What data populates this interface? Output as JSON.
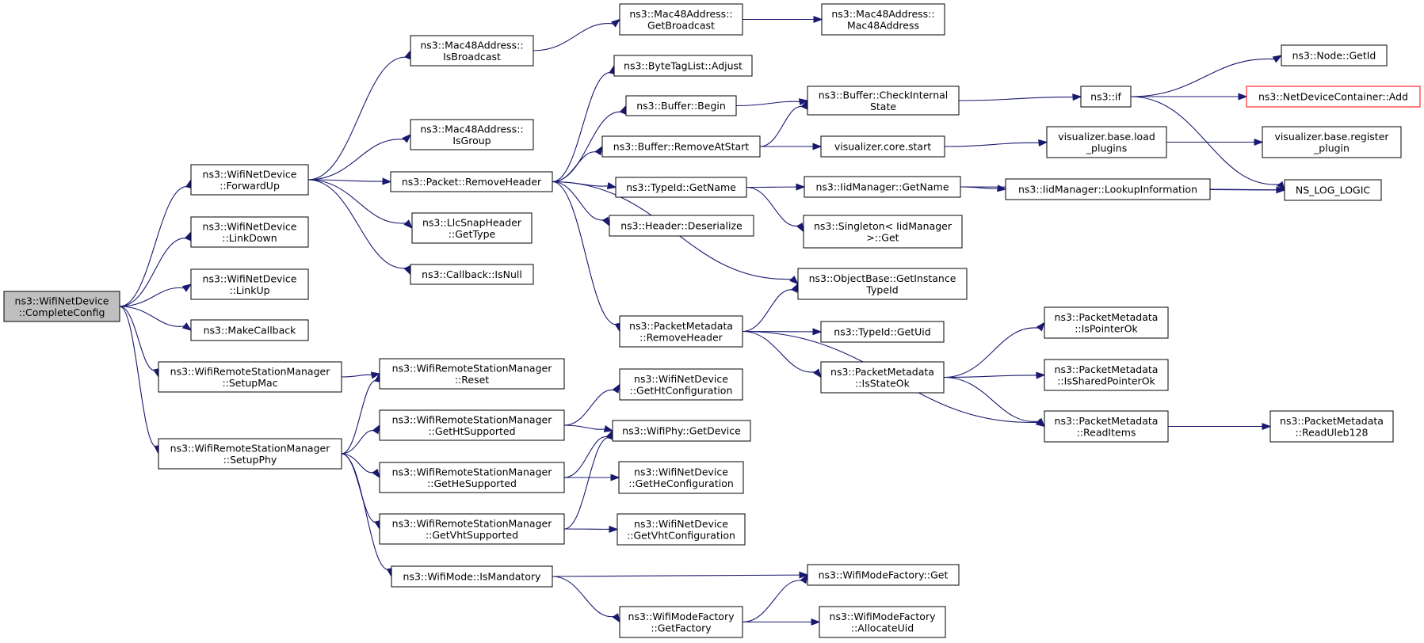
{
  "diagram": {
    "colors": {
      "edge": "#191970",
      "node_border": "#000000",
      "root_fill": "#bfbfbf",
      "highlight_border": "#ff0000"
    },
    "nodes": [
      {
        "id": "root",
        "lines": [
          "ns3::WifiNetDevice",
          "::CompleteConfig"
        ],
        "style": "root"
      },
      {
        "id": "fwdup",
        "lines": [
          "ns3::WifiNetDevice",
          "::ForwardUp"
        ]
      },
      {
        "id": "linkdown",
        "lines": [
          "ns3::WifiNetDevice",
          "::LinkDown"
        ]
      },
      {
        "id": "linkup",
        "lines": [
          "ns3::WifiNetDevice",
          "::LinkUp"
        ]
      },
      {
        "id": "makecb",
        "lines": [
          "ns3::MakeCallback"
        ]
      },
      {
        "id": "setupmac",
        "lines": [
          "ns3::WifiRemoteStationManager",
          "::SetupMac"
        ]
      },
      {
        "id": "setupphy",
        "lines": [
          "ns3::WifiRemoteStationManager",
          "::SetupPhy"
        ]
      },
      {
        "id": "isbcast",
        "lines": [
          "ns3::Mac48Address::",
          "IsBroadcast"
        ]
      },
      {
        "id": "isgroup",
        "lines": [
          "ns3::Mac48Address::",
          "IsGroup"
        ]
      },
      {
        "id": "remhdr",
        "lines": [
          "ns3::Packet::RemoveHeader"
        ]
      },
      {
        "id": "llcgettype",
        "lines": [
          "ns3::LlcSnapHeader",
          "::GetType"
        ]
      },
      {
        "id": "cbisnull",
        "lines": [
          "ns3::Callback::IsNull"
        ]
      },
      {
        "id": "reset",
        "lines": [
          "ns3::WifiRemoteStationManager",
          "::Reset"
        ]
      },
      {
        "id": "htsup",
        "lines": [
          "ns3::WifiRemoteStationManager",
          "::GetHtSupported"
        ]
      },
      {
        "id": "hesup",
        "lines": [
          "ns3::WifiRemoteStationManager",
          "::GetHeSupported"
        ]
      },
      {
        "id": "vhtsup",
        "lines": [
          "ns3::WifiRemoteStationManager",
          "::GetVhtSupported"
        ]
      },
      {
        "id": "ismand",
        "lines": [
          "ns3::WifiMode::IsMandatory"
        ]
      },
      {
        "id": "getbcast",
        "lines": [
          "ns3::Mac48Address::",
          "GetBroadcast"
        ]
      },
      {
        "id": "mac48",
        "lines": [
          "ns3::Mac48Address::",
          "Mac48Address"
        ]
      },
      {
        "id": "btladjust",
        "lines": [
          "ns3::ByteTagList::Adjust"
        ]
      },
      {
        "id": "bufbegin",
        "lines": [
          "ns3::Buffer::Begin"
        ]
      },
      {
        "id": "bufremove",
        "lines": [
          "ns3::Buffer::RemoveAtStart"
        ]
      },
      {
        "id": "tidname",
        "lines": [
          "ns3::TypeId::GetName"
        ]
      },
      {
        "id": "hdrdeser",
        "lines": [
          "ns3::Header::Deserialize"
        ]
      },
      {
        "id": "pmremhdr",
        "lines": [
          "ns3::PacketMetadata",
          "::RemoveHeader"
        ]
      },
      {
        "id": "gethtcfg",
        "lines": [
          "ns3::WifiNetDevice",
          "::GetHtConfiguration"
        ]
      },
      {
        "id": "phydev",
        "lines": [
          "ns3::WifiPhy::GetDevice"
        ]
      },
      {
        "id": "gethecfg",
        "lines": [
          "ns3::WifiNetDevice",
          "::GetHeConfiguration"
        ]
      },
      {
        "id": "getvhtcfg",
        "lines": [
          "ns3::WifiNetDevice",
          "::GetVhtConfiguration"
        ]
      },
      {
        "id": "wmfget",
        "lines": [
          "ns3::WifiModeFactory::Get"
        ]
      },
      {
        "id": "wmffactory",
        "lines": [
          "ns3::WifiModeFactory",
          "::GetFactory"
        ]
      },
      {
        "id": "bufcheck",
        "lines": [
          "ns3::Buffer::CheckInternal",
          "State"
        ]
      },
      {
        "id": "viscore",
        "lines": [
          "visualizer.core.start"
        ]
      },
      {
        "id": "iidname",
        "lines": [
          "ns3::IidManager::GetName"
        ]
      },
      {
        "id": "singleton",
        "lines": [
          "ns3::Singleton< IidManager",
          ">::Get"
        ]
      },
      {
        "id": "getinst",
        "lines": [
          "ns3::ObjectBase::GetInstance",
          "TypeId"
        ]
      },
      {
        "id": "tiduid",
        "lines": [
          "ns3::TypeId::GetUid"
        ]
      },
      {
        "id": "isstateok",
        "lines": [
          "ns3::PacketMetadata",
          "::IsStateOk"
        ]
      },
      {
        "id": "allocuid",
        "lines": [
          "ns3::WifiModeFactory",
          "::AllocateUid"
        ]
      },
      {
        "id": "nsif",
        "lines": [
          "ns3::if"
        ]
      },
      {
        "id": "visload",
        "lines": [
          "visualizer.base.load",
          "_plugins"
        ]
      },
      {
        "id": "iidlookup",
        "lines": [
          "ns3::IidManager::LookupInformation"
        ]
      },
      {
        "id": "isptrok",
        "lines": [
          "ns3::PacketMetadata",
          "::IsPointerOk"
        ]
      },
      {
        "id": "isshptrok",
        "lines": [
          "ns3::PacketMetadata",
          "::IsSharedPointerOk"
        ]
      },
      {
        "id": "readitems",
        "lines": [
          "ns3::PacketMetadata",
          "::ReadItems"
        ]
      },
      {
        "id": "nodegetid",
        "lines": [
          "ns3::Node::GetId"
        ]
      },
      {
        "id": "ndcadd",
        "lines": [
          "ns3::NetDeviceContainer::Add"
        ],
        "style": "red"
      },
      {
        "id": "visreg",
        "lines": [
          "visualizer.base.register",
          "_plugin"
        ]
      },
      {
        "id": "nslog",
        "lines": [
          "NS_LOG_LOGIC"
        ]
      },
      {
        "id": "readuleb",
        "lines": [
          "ns3::PacketMetadata",
          "::ReadUleb128"
        ]
      }
    ],
    "edges": [
      [
        "root",
        "fwdup"
      ],
      [
        "root",
        "linkdown"
      ],
      [
        "root",
        "linkup"
      ],
      [
        "root",
        "makecb"
      ],
      [
        "root",
        "setupmac"
      ],
      [
        "root",
        "setupphy"
      ],
      [
        "fwdup",
        "isbcast"
      ],
      [
        "fwdup",
        "isgroup"
      ],
      [
        "fwdup",
        "remhdr"
      ],
      [
        "fwdup",
        "llcgettype"
      ],
      [
        "fwdup",
        "cbisnull"
      ],
      [
        "setupmac",
        "reset"
      ],
      [
        "setupphy",
        "reset"
      ],
      [
        "setupphy",
        "htsup"
      ],
      [
        "setupphy",
        "hesup"
      ],
      [
        "setupphy",
        "vhtsup"
      ],
      [
        "setupphy",
        "ismand"
      ],
      [
        "isbcast",
        "getbcast"
      ],
      [
        "getbcast",
        "mac48"
      ],
      [
        "remhdr",
        "btladjust"
      ],
      [
        "remhdr",
        "bufbegin"
      ],
      [
        "remhdr",
        "bufremove"
      ],
      [
        "remhdr",
        "tidname"
      ],
      [
        "remhdr",
        "hdrdeser"
      ],
      [
        "remhdr",
        "getinst"
      ],
      [
        "remhdr",
        "pmremhdr"
      ],
      [
        "htsup",
        "gethtcfg"
      ],
      [
        "htsup",
        "phydev"
      ],
      [
        "hesup",
        "phydev"
      ],
      [
        "hesup",
        "gethecfg"
      ],
      [
        "vhtsup",
        "phydev"
      ],
      [
        "vhtsup",
        "getvhtcfg"
      ],
      [
        "ismand",
        "wmfget"
      ],
      [
        "ismand",
        "wmffactory"
      ],
      [
        "bufbegin",
        "bufcheck"
      ],
      [
        "bufremove",
        "bufcheck"
      ],
      [
        "bufremove",
        "viscore"
      ],
      [
        "tidname",
        "iidname"
      ],
      [
        "tidname",
        "singleton"
      ],
      [
        "pmremhdr",
        "getinst"
      ],
      [
        "pmremhdr",
        "tiduid"
      ],
      [
        "pmremhdr",
        "isstateok"
      ],
      [
        "pmremhdr",
        "readitems"
      ],
      [
        "wmffactory",
        "wmfget"
      ],
      [
        "wmffactory",
        "allocuid"
      ],
      [
        "bufcheck",
        "nsif"
      ],
      [
        "viscore",
        "visload"
      ],
      [
        "iidname",
        "iidlookup"
      ],
      [
        "iidname",
        "nslog"
      ],
      [
        "isstateok",
        "isptrok"
      ],
      [
        "isstateok",
        "isshptrok"
      ],
      [
        "isstateok",
        "readitems"
      ],
      [
        "nsif",
        "nodegetid"
      ],
      [
        "nsif",
        "ndcadd"
      ],
      [
        "nsif",
        "nslog"
      ],
      [
        "visload",
        "visreg"
      ],
      [
        "iidlookup",
        "nslog"
      ],
      [
        "readitems",
        "readuleb"
      ]
    ]
  }
}
